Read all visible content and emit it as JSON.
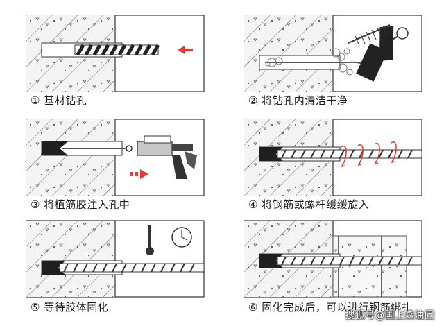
{
  "steps": [
    {
      "label": "① 基材钻孔"
    },
    {
      "label": "② 将钻孔内清洁干净"
    },
    {
      "label": "③ 将植筋胶注入孔中"
    },
    {
      "label": "④ 将钢筋或螺杆缓缓旋入"
    },
    {
      "label": "⑤ 等待胶体固化"
    },
    {
      "label": "⑥ 固化完成后，可以进行钢筋绑扎"
    }
  ],
  "watermark": "搜狐号@国上森油固",
  "colors": {
    "line": "#333333",
    "arrow_red": "#e53935",
    "adhesive": "#1f1f1f",
    "gray": "#9e9e9e",
    "concrete_bg": "#f2f2f2"
  }
}
